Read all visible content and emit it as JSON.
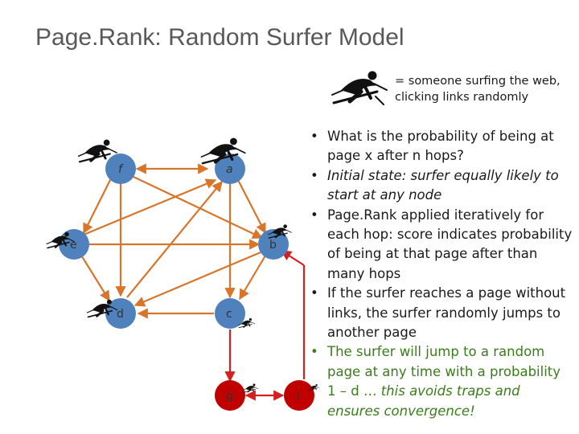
{
  "title": "Page.Rank: Random Surfer Model",
  "legend": {
    "icon": "skier-icon",
    "line1": "= someone surfing the web,",
    "line2": "clicking links randomly"
  },
  "nodes": {
    "f": "f",
    "a": "a",
    "e": "e",
    "b": "b",
    "d": "d",
    "c": "c",
    "g": "g",
    "i": "i"
  },
  "colors": {
    "node_fill": "#4f81bd",
    "node_red_fill": "#c00000",
    "edge_orange": "#d8752a",
    "edge_red": "#d42020",
    "text_green": "#3a7d1c"
  },
  "bullets": {
    "b1": "What is the probability of being at page x after n hops?",
    "b2_italic": "Initial state: surfer equally likely to start at any node",
    "b3": "Page.Rank applied iteratively for each hop: score indicates probability of being at that page after than many hops",
    "b4": "If the surfer reaches a page without links, the surfer randomly jumps to another page",
    "b5_normal": "The surfer will jump to a random page at any time with a probability 1 – d …",
    "b5_italic": " this avoids traps and ensures convergence!"
  }
}
